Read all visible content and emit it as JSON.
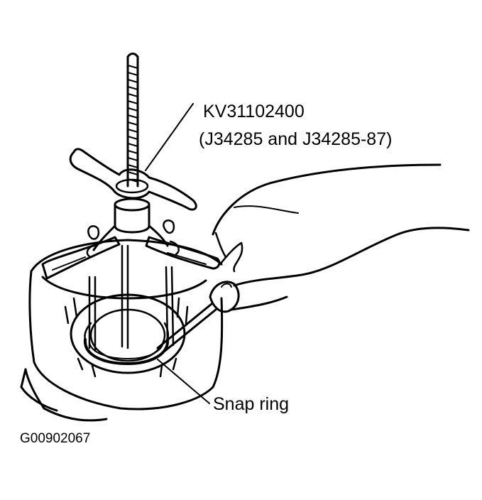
{
  "labels": {
    "tool_number": "KV31102400",
    "tool_alternates": "(J34285 and J34285-87)",
    "snap_ring": "Snap ring"
  },
  "figure_id": "G00902067",
  "colors": {
    "ink": "#000000",
    "paper": "#ffffff"
  }
}
